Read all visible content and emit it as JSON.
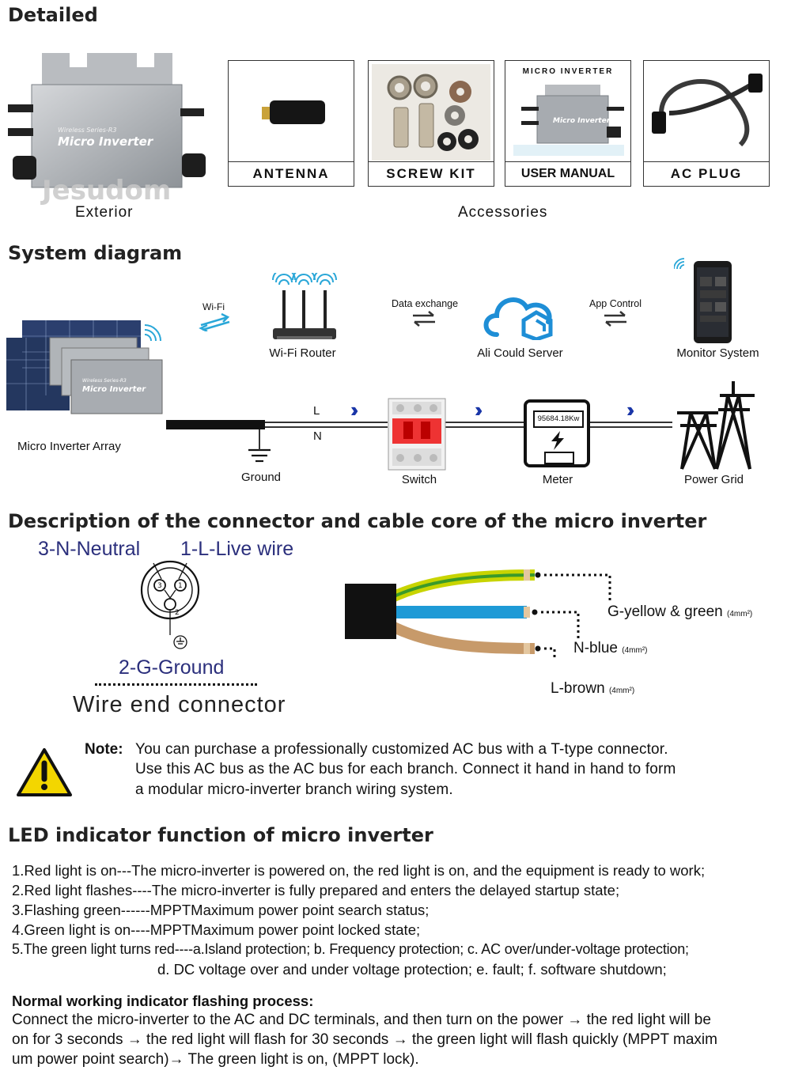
{
  "sections": {
    "detailed": "Detailed",
    "system": "System diagram",
    "connector": "Description of the connector and cable core of the micro inverter",
    "led": "LED indicator function of micro inverter"
  },
  "exterior": {
    "caption": "Exterior",
    "watermark": "Jesudom",
    "product_line1": "Wireless Series-R3",
    "product_line2": "Micro Inverter"
  },
  "accessories": {
    "caption": "Accessories",
    "items": [
      {
        "label": "ANTENNA"
      },
      {
        "label": "SCREW KIT"
      },
      {
        "label": "USER MANUAL",
        "header": "MICRO INVERTER"
      },
      {
        "label": "AC PLUG"
      }
    ]
  },
  "system": {
    "wifi": "Wi-Fi",
    "router": "Wi-Fi Router",
    "data_exchange": "Data exchange",
    "server": "Ali Could Server",
    "app_control": "App Control",
    "monitor": "Monitor System",
    "array": "Micro Inverter Array",
    "line_l": "L",
    "line_n": "N",
    "ground": "Ground",
    "switch": "Switch",
    "meter": "Meter",
    "meter_reading": "95684.18Kw",
    "grid": "Power Grid"
  },
  "connector": {
    "neutral": "3-N-Neutral",
    "live": "1-L-Live wire",
    "ground": "2-G-Ground",
    "wire_end": "Wire end connector",
    "pin1": "1",
    "pin2": "2",
    "pin3": "3",
    "g_label": "G-yellow & green",
    "g_size": "(4mm²)",
    "n_label": "N-blue",
    "n_size": "(4mm²)",
    "l_label": "L-brown",
    "l_size": "(4mm²)",
    "colors": {
      "yellow_green": "#c8d400",
      "blue": "#1e9ad6",
      "brown": "#c79a6a"
    }
  },
  "note": {
    "title": "Note:",
    "line1": "You can purchase a professionally customized AC bus with a T-type connector.",
    "line2": "Use this AC bus as the AC bus for each branch. Connect it hand in hand to form",
    "line3": "a modular micro-inverter branch wiring system."
  },
  "led": {
    "items": [
      "1.Red light is on---The micro-inverter is powered on, the red light is on, and the equipment is ready to work;",
      "2.Red light flashes----The micro-inverter is fully prepared and enters the delayed startup state;",
      "3.Flashing green------MPPTMaximum power point search status;",
      "4.Green light is on----MPPTMaximum power point locked state;",
      "5.The green light turns red----a.Island protection; b. Frequency protection; c. AC over/under-voltage protection;"
    ],
    "item5_cont": "d. DC voltage over and under voltage protection; e. fault; f. software shutdown;",
    "process_title": "Normal working indicator flashing process:",
    "process_lines": [
      "Connect the micro-inverter to the AC and DC terminals, and then turn on the power → the red light will be",
      "on for 3 seconds → the red light will flash for 30 seconds → the green light will flash quickly (MPPT maxim",
      "um power point search)→ The green light is on, (MPPT lock)."
    ]
  }
}
